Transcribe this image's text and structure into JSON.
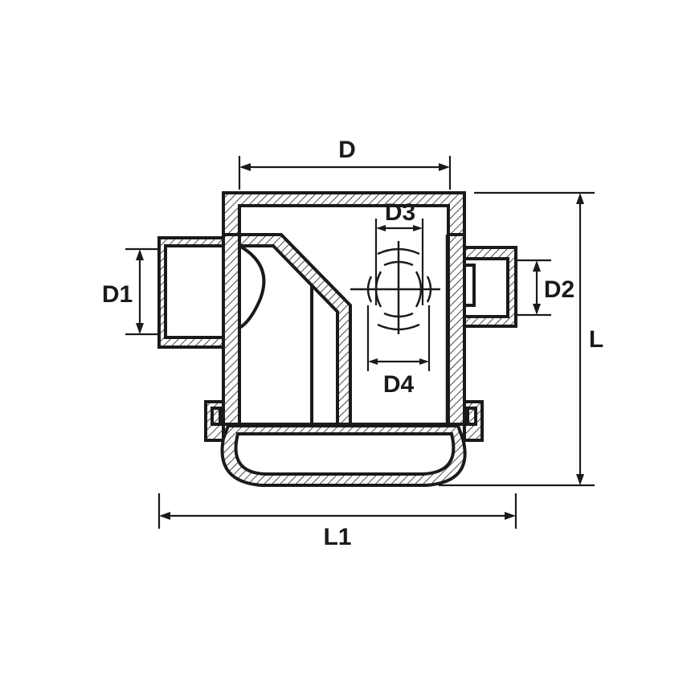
{
  "diagram": {
    "labels": {
      "D": "D",
      "D1": "D1",
      "D2": "D2",
      "D3": "D3",
      "D4": "D4",
      "L": "L",
      "L1": "L1"
    },
    "colors": {
      "ink": "#1a1a1a",
      "background": "#ffffff"
    }
  }
}
